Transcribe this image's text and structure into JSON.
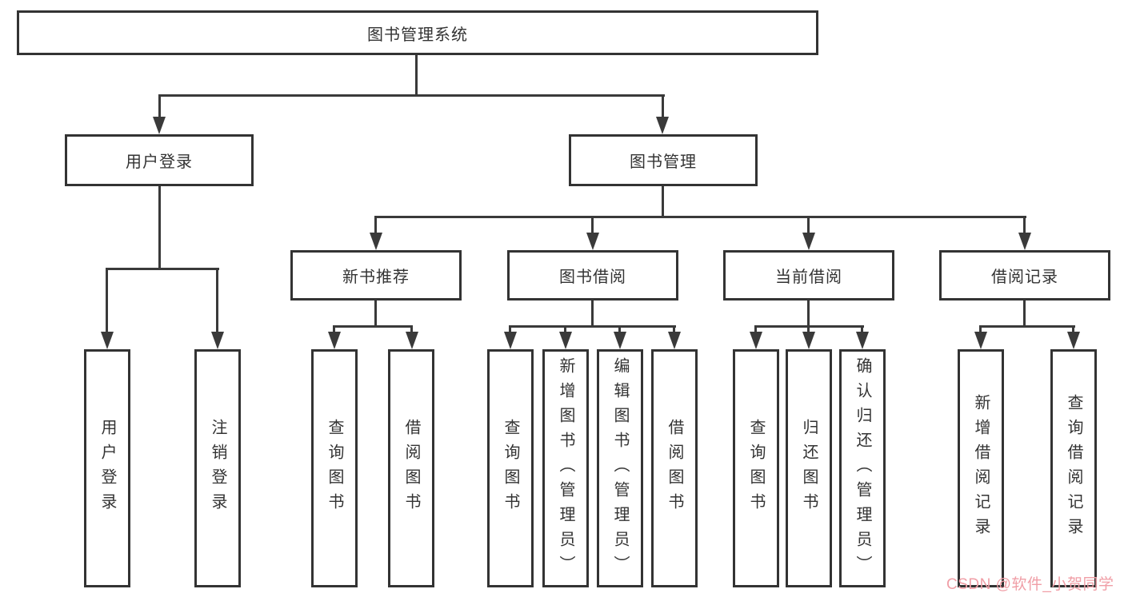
{
  "diagram_type": "hierarchy-tree",
  "colors": {
    "box_border": "#333333",
    "connector_line": "#3a3a3a",
    "text": "#333333",
    "background": "#ffffff",
    "watermark": "#f09ea6"
  },
  "tree": {
    "label": "图书管理系统",
    "children": [
      {
        "label": "用户登录",
        "children": [
          {
            "label": "用户登录"
          },
          {
            "label": "注销登录"
          }
        ]
      },
      {
        "label": "图书管理",
        "children": [
          {
            "label": "新书推荐",
            "children": [
              {
                "label": "查询图书"
              },
              {
                "label": "借阅图书"
              }
            ]
          },
          {
            "label": "图书借阅",
            "children": [
              {
                "label": "查询图书"
              },
              {
                "label": "新增图书（管理员）"
              },
              {
                "label": "编辑图书（管理员）"
              },
              {
                "label": "借阅图书"
              }
            ]
          },
          {
            "label": "当前借阅",
            "children": [
              {
                "label": "查询图书"
              },
              {
                "label": "归还图书"
              },
              {
                "label": "确认归还（管理员）"
              }
            ]
          },
          {
            "label": "借阅记录",
            "children": [
              {
                "label": "新增借阅记录"
              },
              {
                "label": "查询借阅记录"
              }
            ]
          }
        ]
      }
    ]
  },
  "watermark": {
    "text": "CSDN @软件_小贺同学"
  }
}
